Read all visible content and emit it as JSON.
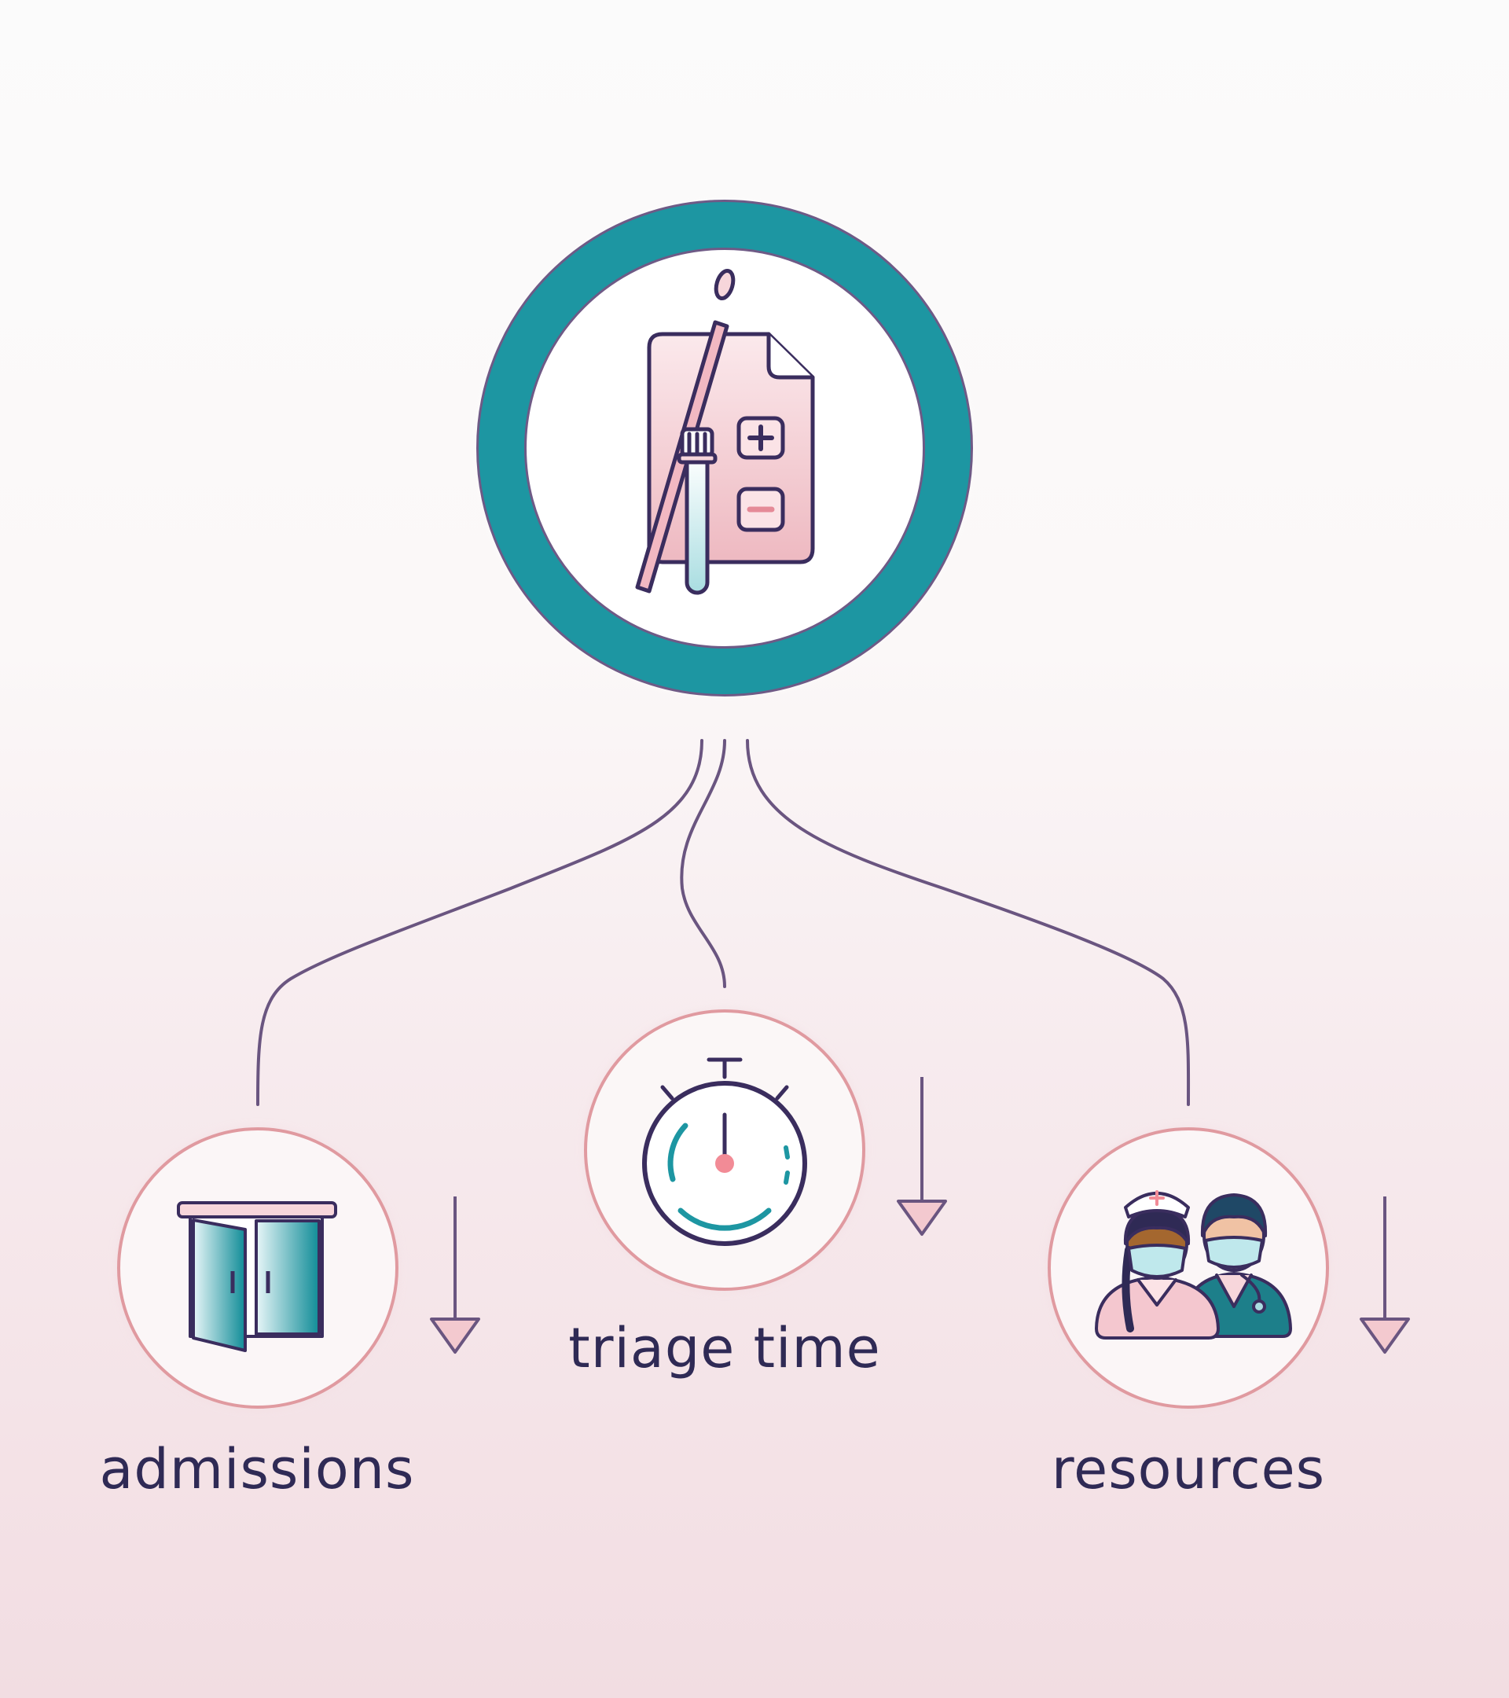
{
  "labels": {
    "triage": "triage time",
    "admissions": "admissions",
    "resources": "resources"
  },
  "icons": {
    "center": "rapid-test-kit-icon",
    "triage": "stopwatch-icon",
    "admissions": "door-icon",
    "resources": "medical-staff-icon"
  },
  "colors": {
    "teal": "#1d96a2",
    "outline": "#6e5a86",
    "connector": "#6a5580",
    "pink_ring": "#e09aa0",
    "pink_fill": "#f2c4cb",
    "text": "#2f2a55"
  }
}
